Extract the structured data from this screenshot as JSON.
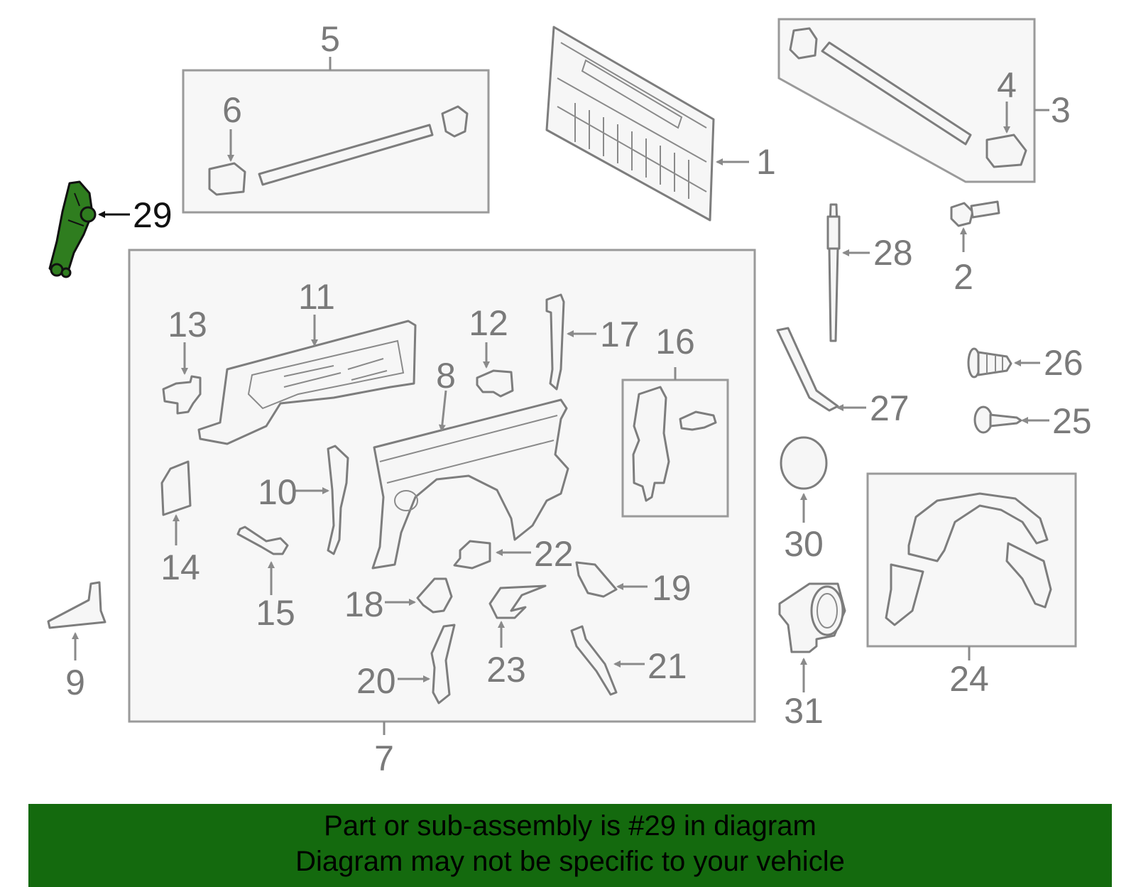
{
  "highlight_color": "#2f7d1f",
  "footer_color": "#146a0e",
  "labels": {
    "p1": "1",
    "p2": "2",
    "p3": "3",
    "p4": "4",
    "p5": "5",
    "p6": "6",
    "p7": "7",
    "p8": "8",
    "p9": "9",
    "p10": "10",
    "p11": "11",
    "p12": "12",
    "p13": "13",
    "p14": "14",
    "p15": "15",
    "p16": "16",
    "p17": "17",
    "p18": "18",
    "p19": "19",
    "p20": "20",
    "p21": "21",
    "p22": "22",
    "p23": "23",
    "p24": "24",
    "p25": "25",
    "p26": "26",
    "p27": "27",
    "p28": "28",
    "p29": "29",
    "p30": "30",
    "p31": "31"
  },
  "footer": {
    "line1": "Part or sub-assembly is #29 in diagram",
    "line2": "Diagram may not be specific to your vehicle"
  }
}
